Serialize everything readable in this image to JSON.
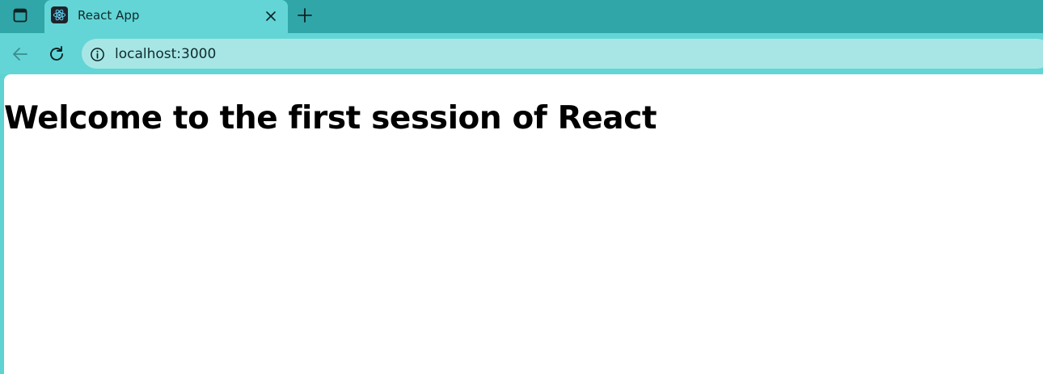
{
  "browser": {
    "tab": {
      "title": "React App",
      "favicon": "react-logo-icon"
    },
    "address_bar": {
      "url": "localhost:3000"
    },
    "icons": {
      "tab_search": "tab-search-icon",
      "close": "close-icon",
      "new_tab": "plus-icon",
      "back": "back-arrow-icon",
      "reload": "reload-icon",
      "site_info": "info-icon"
    },
    "colors": {
      "tabstrip": "#31a6a9",
      "toolbar": "#63d5d6",
      "omnibox": "#a8e6e6"
    }
  },
  "page": {
    "heading": "Welcome to the first session of React"
  }
}
